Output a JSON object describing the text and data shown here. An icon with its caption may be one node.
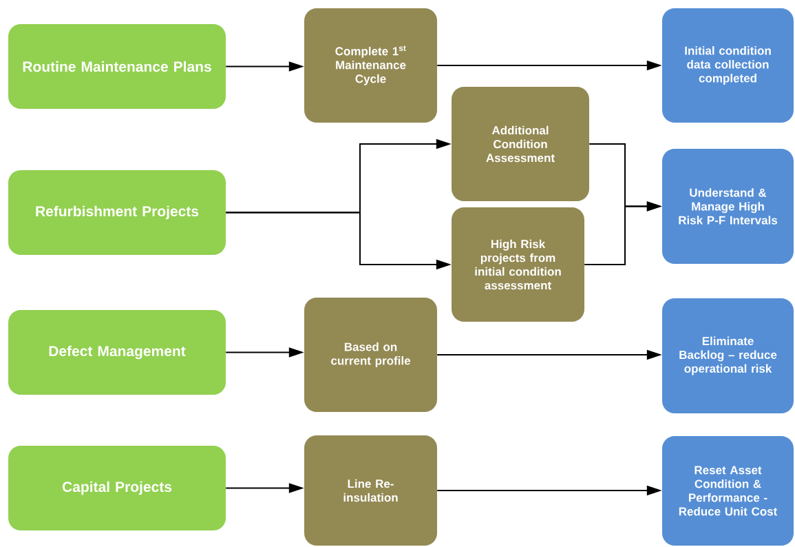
{
  "diagram": {
    "nodes": [
      {
        "text": [
          "Routine Maintenance Plans"
        ]
      },
      {
        "text": [
          "Complete 1$^{st}$ Maintenance Cycle"
        ]
      },
      {
        "text": [
          "Initial condition data collection completed"
        ]
      },
      {
        "text": [
          "Additional Condition Assessment"
        ]
      },
      {
        "text": [
          "Refurbishment Projects"
        ]
      },
      {
        "text": [
          "Understand & Manage High Risk P-F Intervals"
        ]
      },
      {
        "text": [
          "High Risk projects from initial condition assessment"
        ]
      },
      {
        "text": [
          "Defect Management"
        ]
      },
      {
        "text": [
          "Based on current profile"
        ]
      },
      {
        "text": [
          "Eliminate Backlog – reduce operational risk"
        ]
      },
      {
        "text": [
          "Capital Projects"
        ]
      },
      {
        "text": [
          "Line Re-insulation"
        ]
      },
      {
        "text": [
          "Reset Asset Condition & Performance - Reduce Unit Cost"
        ]
      }
    ],
    "edges": [
      {
        "from": 0,
        "to": 1,
        "arrow": "to"
      },
      {
        "from": 1,
        "to": 2,
        "arrow": "to"
      },
      {
        "from": 4,
        "to": 3,
        "arrow": "to"
      },
      {
        "from": 4,
        "to": 6,
        "arrow": "to"
      },
      {
        "from": 3,
        "to": 5,
        "arrow": "to"
      },
      {
        "from": 6,
        "to": 5,
        "arrow": "to"
      },
      {
        "from": 7,
        "to": 8,
        "arrow": "to"
      },
      {
        "from": 8,
        "to": 9,
        "arrow": "to"
      },
      {
        "from": 10,
        "to": 11,
        "arrow": "to"
      },
      {
        "from": 11,
        "to": 12,
        "arrow": "to"
      }
    ]
  }
}
